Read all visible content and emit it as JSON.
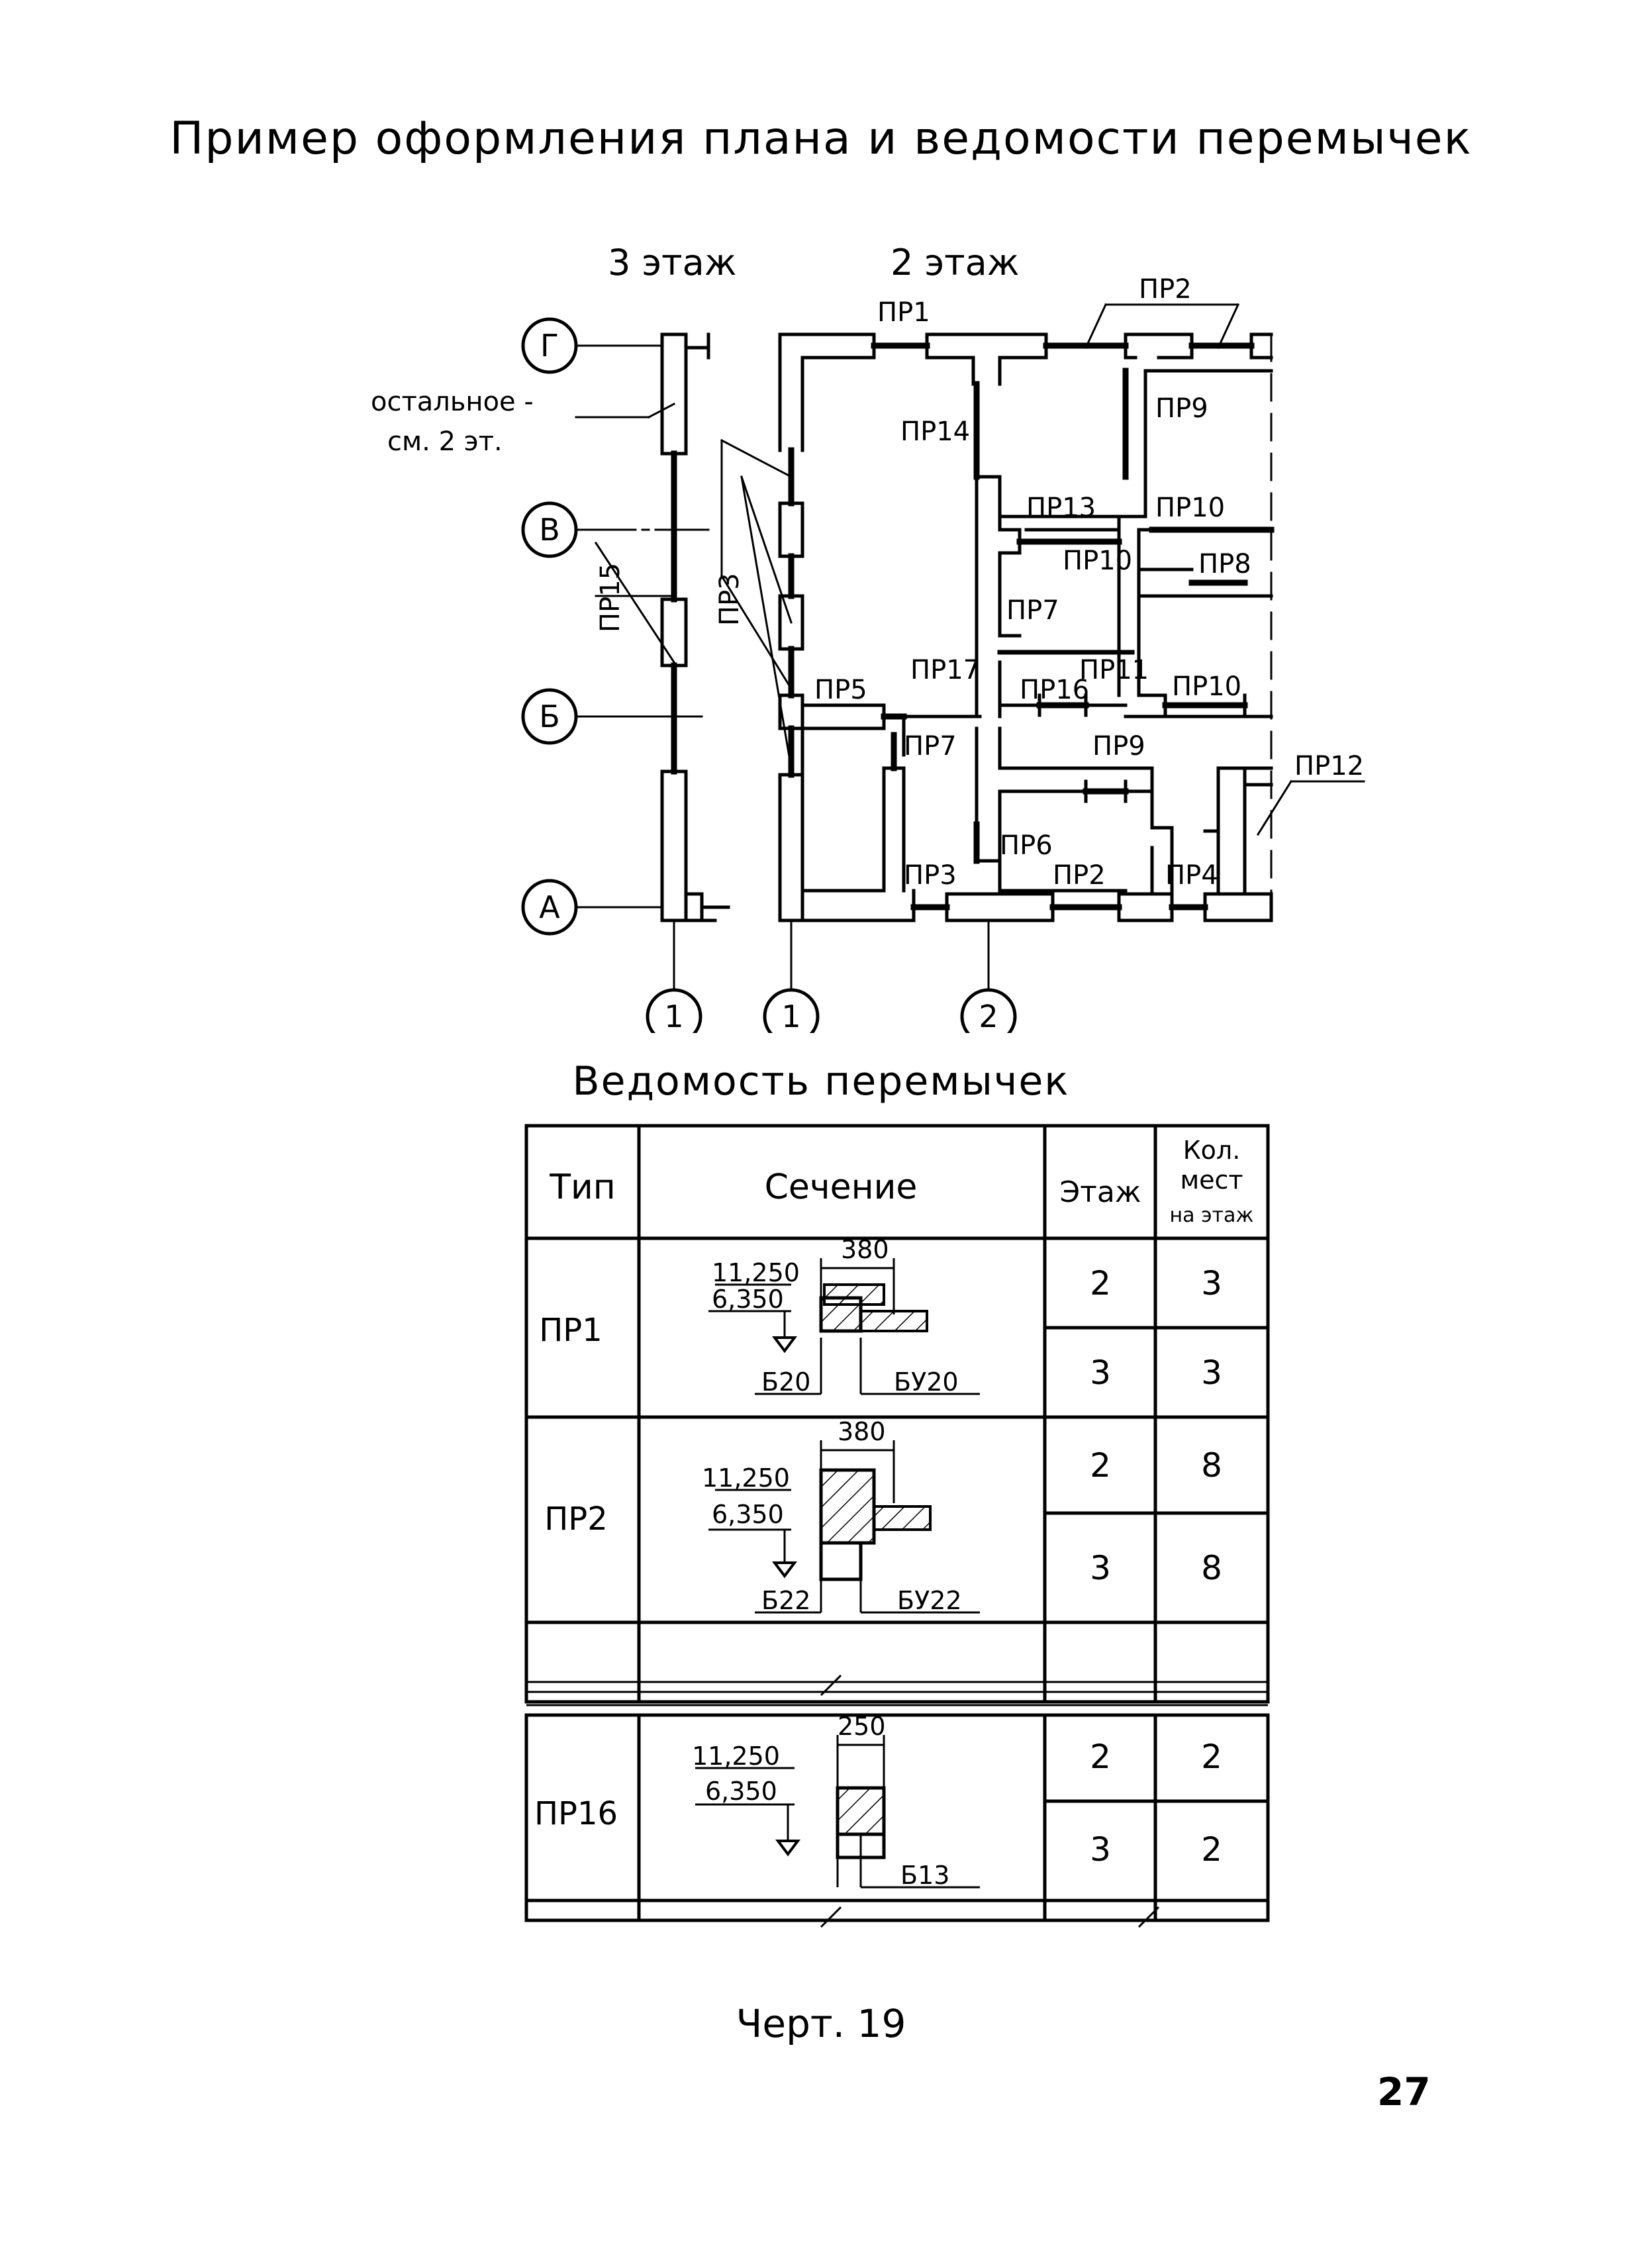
{
  "title": "Пример оформления плана и ведомости перемычек",
  "plan": {
    "floor3_label": "3 этаж",
    "floor2_label": "2 этаж",
    "note_line1": "остальное -",
    "note_line2": "см. 2 эт.",
    "axes_letters": [
      "Г",
      "В",
      "Б",
      "А"
    ],
    "axes_numbers": [
      "1",
      "1",
      "2"
    ],
    "lintel_labels": [
      "ПР1",
      "ПР2",
      "ПР14",
      "ПР9",
      "ПР13",
      "ПР10",
      "ПР10",
      "ПР8",
      "ПР7",
      "ПР17",
      "ПР16",
      "ПР11",
      "ПР10",
      "ПР5",
      "ПР7",
      "ПР9",
      "ПР12",
      "ПР6",
      "ПР3",
      "ПР2",
      "ПР4",
      "ПР15",
      "ПР3"
    ]
  },
  "schedule": {
    "title": "Ведомость перемычек",
    "headers": {
      "type": "Тип",
      "section": "Сечение",
      "floor": "Этаж",
      "count_line1": "Кол.",
      "count_line2": "мест",
      "count_line3": "на этаж"
    },
    "rows": [
      {
        "type": "ПР1",
        "width": "380",
        "elev1": "11,250",
        "elev2": "6,350",
        "mark1": "Б20",
        "mark2": "БУ20",
        "entries": [
          {
            "floor": "2",
            "count": "3"
          },
          {
            "floor": "3",
            "count": "3"
          }
        ]
      },
      {
        "type": "ПР2",
        "width": "380",
        "elev1": "11,250",
        "elev2": "6,350",
        "mark1": "Б22",
        "mark2": "БУ22",
        "entries": [
          {
            "floor": "2",
            "count": "8"
          },
          {
            "floor": "3",
            "count": "8"
          }
        ]
      },
      {
        "type": "ПР16",
        "width": "250",
        "elev1": "11,250",
        "elev2": "6,350",
        "mark1": "Б13",
        "entries": [
          {
            "floor": "2",
            "count": "2"
          },
          {
            "floor": "3",
            "count": "2"
          }
        ]
      }
    ]
  },
  "caption": "Черт. 19",
  "page_number": "27"
}
